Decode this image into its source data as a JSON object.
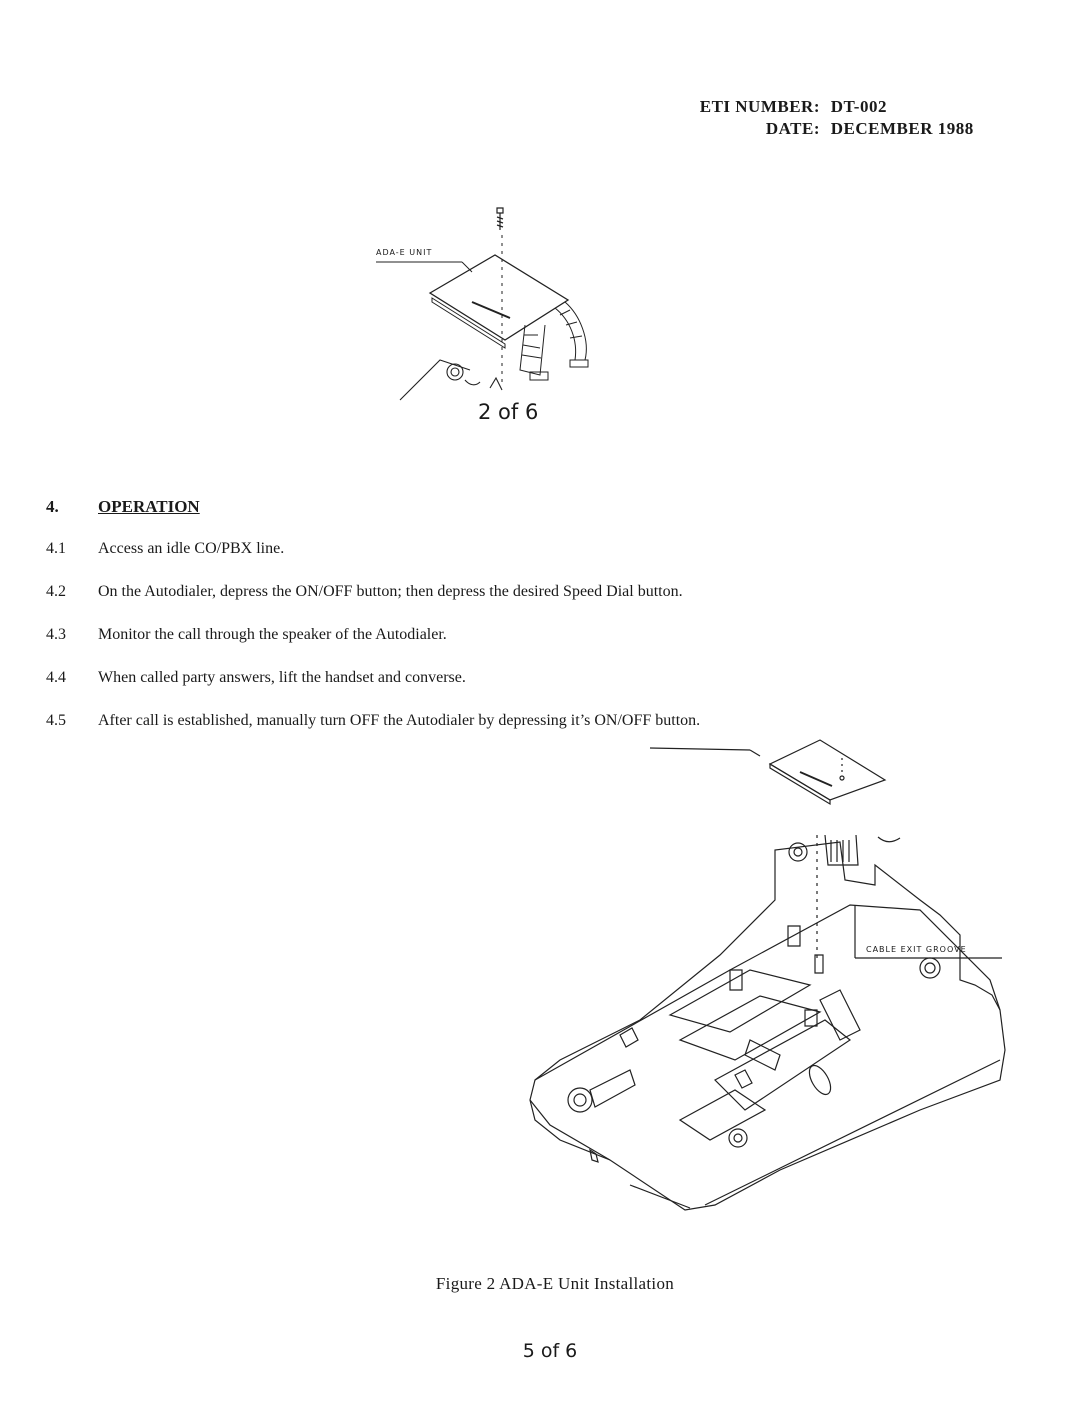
{
  "header": {
    "eti_label": "ETI NUMBER:",
    "eti_value": "DT-002",
    "date_label": "DATE:",
    "date_value": "DECEMBER 1988"
  },
  "top_figure": {
    "unit_label": "ADA-E UNIT",
    "page_ref": "2 of 6"
  },
  "section": {
    "number": "4.",
    "title": "OPERATION",
    "steps": [
      {
        "num": "4.1",
        "text": "Access an idle CO/PBX line."
      },
      {
        "num": "4.2",
        "text": "On the Autodialer, depress the ON/OFF button; then depress the desired Speed Dial button."
      },
      {
        "num": "4.3",
        "text": "Monitor the call through the speaker of the Autodialer."
      },
      {
        "num": "4.4",
        "text": "When called party answers, lift the handset and converse."
      },
      {
        "num": "4.5",
        "text": "After call is established, manually turn OFF the Autodialer by depressing it’s ON/OFF button."
      }
    ]
  },
  "main_figure": {
    "callout_label": "CABLE EXIT GROOVE",
    "caption": "Figure 2 ADA-E Unit Installation"
  },
  "footer": {
    "page_number": "5 of 6"
  }
}
